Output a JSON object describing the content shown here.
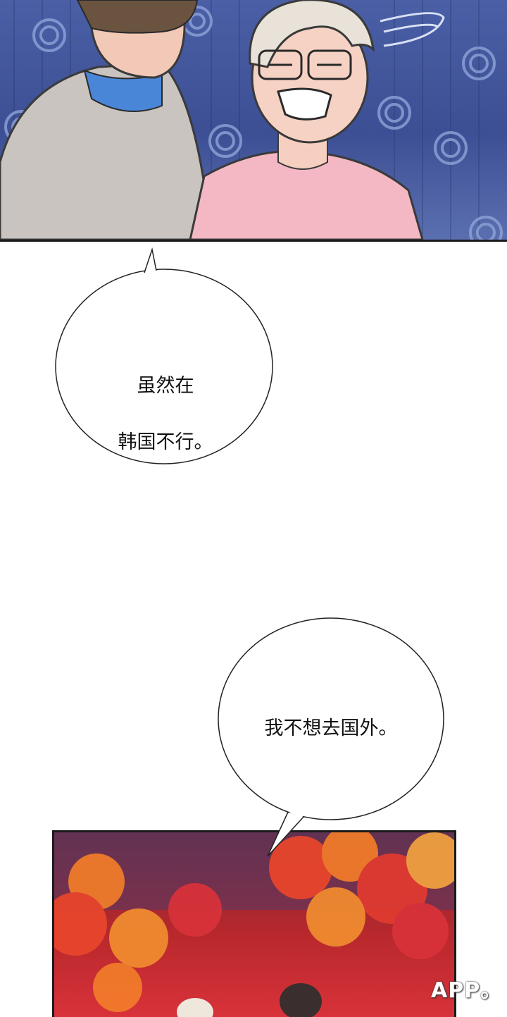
{
  "bubbles": {
    "first": {
      "line1": "虽然在",
      "line2": "韩国不行。"
    },
    "second": {
      "text": "我不想去国外。"
    }
  },
  "watermark": {
    "text": "APP。"
  },
  "colors": {
    "night_blue": "#3d4f94",
    "pink_shirt": "#f4b8c4",
    "maple_red": "#d8323a",
    "maple_orange": "#ef7a2a"
  }
}
